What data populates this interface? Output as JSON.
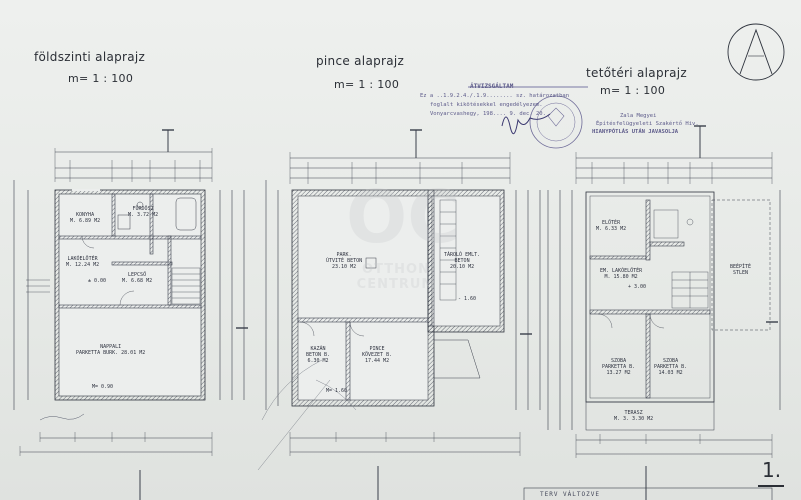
{
  "plans": {
    "ground": {
      "title": "földszinti alaprajz",
      "scale": "m= 1 : 100"
    },
    "basement": {
      "title": "pince alaprajz",
      "scale": "m= 1 : 100"
    },
    "attic": {
      "title": "tetőtéri alaprajz",
      "scale": "m= 1 : 100"
    }
  },
  "stamp": {
    "heading": "ÁTVIZSGÁLTAM",
    "line1": "Ez a ..1.9.2.4./.1.9........ sz. határozatban",
    "line2": "foglalt kikötésekkel engedélyezem.",
    "line3": "Vonyarcvashegy, 198.... 9. dec. 20.",
    "org1": "Zala Megyei",
    "org2": "Építésfelügyeleti Szakértő Hiv.",
    "org3": "HIANYPÓTLÁS UTÁN JAVASOLJA"
  },
  "rooms": {
    "ground": {
      "kitchen": "KONYHA\nM. 6.89 M2",
      "bath": "FÜRDŐSZ\nM. 3.72 M2",
      "hall": "LAKÓELŐTÉR\nM. 12.24 M2",
      "wc": "LEPCSŐ\nM. 6.68 M2",
      "living": "NAPPALI\nPARKETTA BURK. 28.01 M2"
    },
    "basement": {
      "garage": "PARK.\nÚTVITÉ BETON\n23.10 M2",
      "storage": "TÁROLÓ EMLT.\nBETON\n20.10 M2",
      "boiler": "KAZÁN\nBETON B.\n6.30 M2",
      "laundry": "PINCE\nKÖVEZET B.\n17.44 M2"
    },
    "attic": {
      "landing": "ELŐTÉR\nM. 6.33 M2",
      "hall": "EM. LAKÓELŐTÉR\nM. 15.80 M2",
      "room1": "SZOBA\nPARKETTA B.\n13.27 M2",
      "room2": "SZOBA\nPARKETTA B.\n14.03 M2",
      "terrace": "TERASZ\nM. 3. 3.30 M2",
      "roof": "BEÉPÍTÉ\nSTLEN"
    }
  },
  "levels": {
    "ground_hall": "± 0.00",
    "ground_living": "M= 0.90",
    "basement_store": "- 1.60",
    "basement_bottom": "M= 1.60",
    "attic_hall": "+ 3.00"
  },
  "sheet_number": "1.",
  "footer_text": "TERV VÁLTOZVE",
  "watermark": {
    "mark": "OC",
    "line1": "OTTHON",
    "line2": "CENTRUM"
  }
}
